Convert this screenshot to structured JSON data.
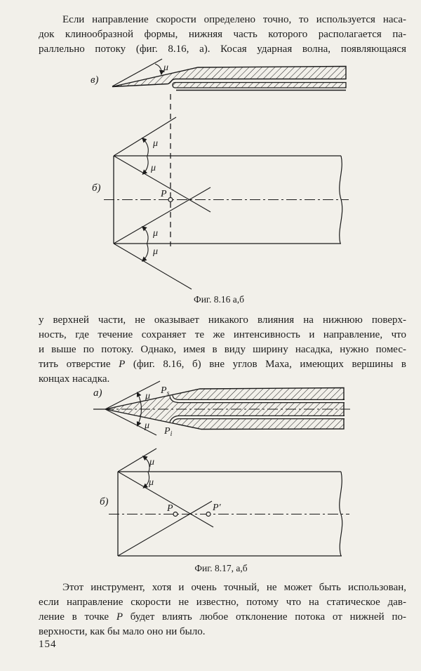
{
  "page": {
    "number": "154"
  },
  "paragraphs": {
    "p1": {
      "lines": [
        "Если направление скорости определено точно, то используется наса-",
        "док клинообразной формы, нижняя часть которого располагается па-",
        "раллельно потоку (фиг. 8.16, а). Косая ударная волна, появляющаяся"
      ]
    },
    "p2": {
      "lines": [
        "у верхней части, не оказывает никакого влияния на нижнюю поверх-",
        "ность, где течение сохраняет те же интенсивность и направление, что",
        "и выше по потоку. Однако, имея в виду ширину насадка, нужно помес-",
        "тить отверстие <i>Р</i> (фиг. 8.16, б) вне углов Маха, имеющих вершины в",
        "концах насадка."
      ]
    },
    "p3": {
      "lines": [
        "Этот инструмент, хотя и очень точный, не может быть использован,",
        "если направление скорости не известно, потому что на статическое дав-",
        "ление в точке <i>Р</i> будет влиять любое отклонение потока от нижней по-",
        "верхности, как бы мало оно ни было."
      ]
    }
  },
  "fig816": {
    "label_top": "в)",
    "label_bottom": "б)",
    "mu": "μ",
    "point_p": "P",
    "caption": "Фиг. 8.16 а,б"
  },
  "fig817": {
    "label_top": "а)",
    "label_bottom": "б)",
    "mu": "μ",
    "p_letter": "P",
    "sub_s": "s",
    "sub_i": "i",
    "point_p": "P",
    "point_p_prime": "P′",
    "caption": "Фиг. 8.17,  а,б"
  }
}
